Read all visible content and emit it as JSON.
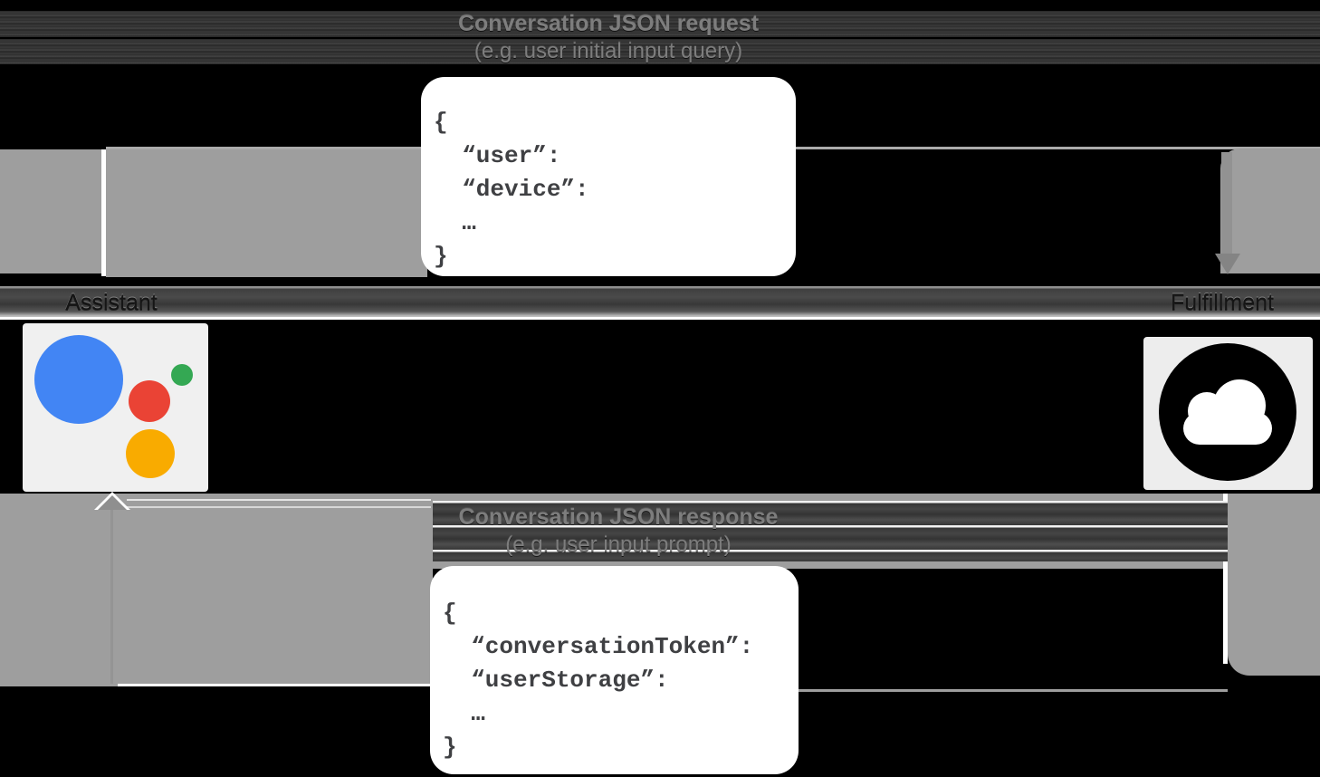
{
  "request_flow": {
    "label_line1": "Conversation JSON request",
    "label_line2": "(e.g. user initial input query)",
    "code": "{\n  “user”:\n  “device”:\n  …\n}"
  },
  "response_flow": {
    "label_line1": "Conversation JSON response",
    "label_line2": "(e.g. user input prompt)",
    "code": "{\n  “conversationToken”:\n  “userStorage”:\n  …\n}"
  },
  "nodes": {
    "assistant": {
      "label": "Assistant",
      "icon": "google-assistant-logo-icon"
    },
    "fulfillment": {
      "label": "Fulfillment",
      "icon": "cloud-icon"
    }
  },
  "colors": {
    "background": "#000000",
    "arrow_gray": "#9e9e9e",
    "band_dark": "#3f3f3f",
    "card_light": "#f0f0f0",
    "code_text": "#3f4043",
    "logo_blue": "#4285f4",
    "logo_red": "#ea4335",
    "logo_green": "#34a853",
    "logo_yellow": "#f9ab00",
    "cloud_black": "#000000"
  }
}
